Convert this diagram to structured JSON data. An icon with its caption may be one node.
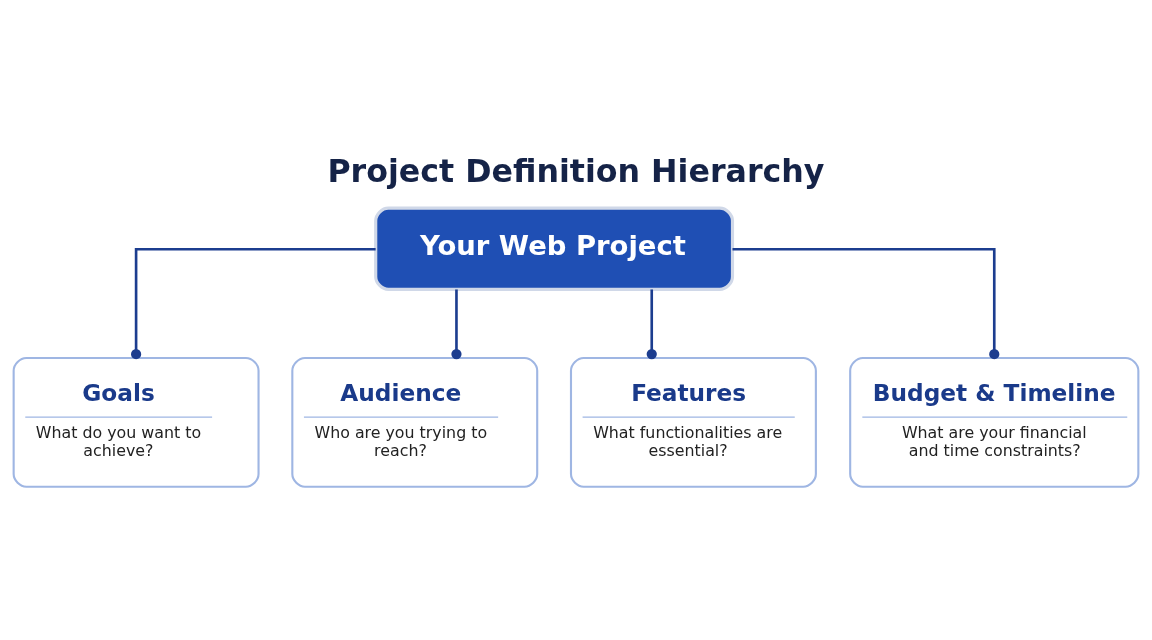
{
  "diagram": {
    "title": "Project Definition Hierarchy",
    "nodes": [
      {
        "text": [
          "Your Web Project"
        ]
      },
      {
        "text": [
          "Goals",
          "What do you want to achieve?"
        ]
      },
      {
        "text": [
          "Audience",
          "Who are you trying to reach?"
        ]
      },
      {
        "text": [
          "Features",
          "What functionalities are essential?"
        ]
      },
      {
        "text": [
          "Budget & Timeline",
          "What are your financial and time constraints?"
        ]
      }
    ],
    "edges": [
      {
        "from": 0,
        "to": 1,
        "arrow": "other"
      },
      {
        "from": 0,
        "to": 2,
        "arrow": "other"
      },
      {
        "from": 0,
        "to": 3,
        "arrow": "other"
      },
      {
        "from": 0,
        "to": 4,
        "arrow": "other"
      }
    ]
  }
}
